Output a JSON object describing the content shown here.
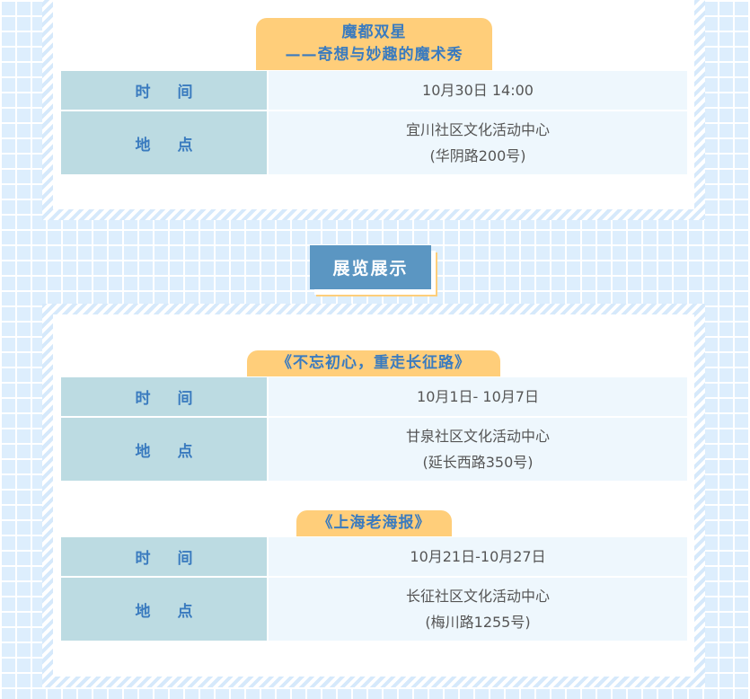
{
  "event1": {
    "title": "魔都双星",
    "subtitle": "——奇想与妙趣的魔术秀",
    "time_label": "时 间",
    "time": "10月30日 14:00",
    "place_label": "地 点",
    "place": "宜川社区文化活动中心",
    "address": "(华阴路200号)"
  },
  "section": {
    "title": "展览展示"
  },
  "exhibits": [
    {
      "title": "《不忘初心，重走长征路》",
      "time_label": "时 间",
      "time": "10月1日- 10月7日",
      "place_label": "地 点",
      "place": "甘泉社区文化活动中心",
      "address": "(延长西路350号)"
    },
    {
      "title": "《上海老海报》",
      "time_label": "时 间",
      "time": "10月21日-10月27日",
      "place_label": "地 点",
      "place": "长征社区文化活动中心",
      "address": "(梅川路1255号)"
    }
  ],
  "colors": {
    "badge": "#ffce7a",
    "text_blue": "#3a7bbf",
    "label_cell": "#bcdbe2",
    "value_cell": "#eef7fd",
    "section": "#5b96c2"
  }
}
